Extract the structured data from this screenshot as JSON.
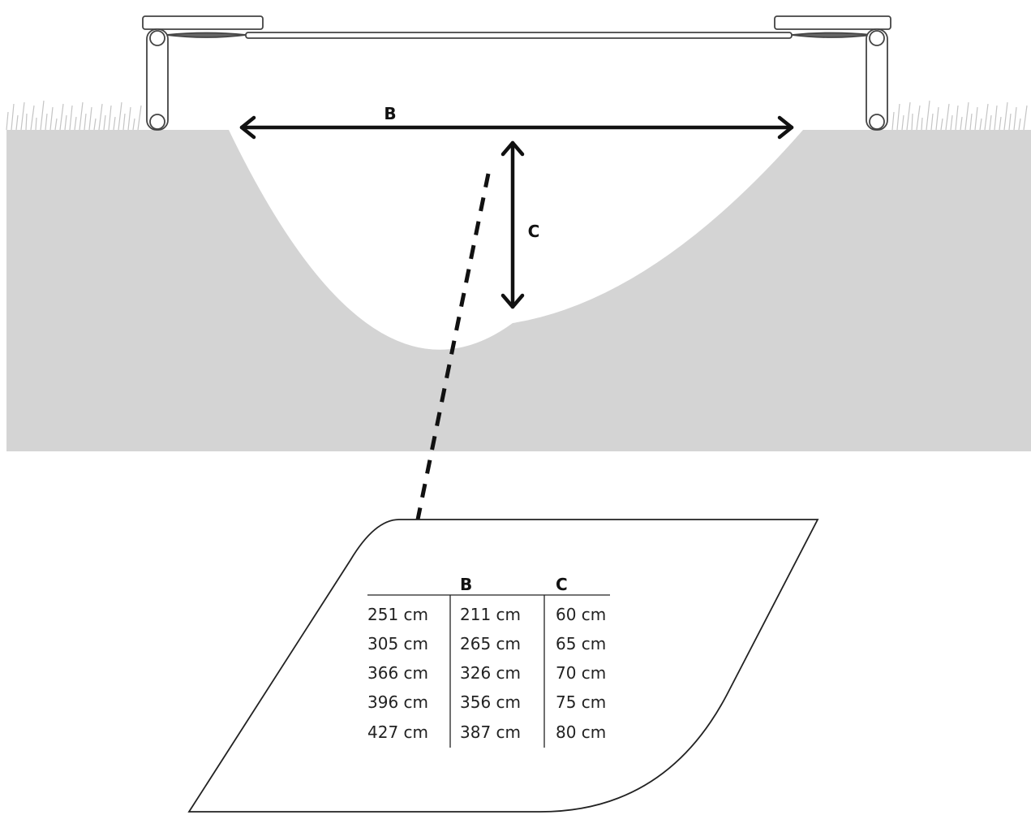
{
  "labels": {
    "dimension_b": "B",
    "dimension_c": "C"
  },
  "table": {
    "headers": [
      "",
      "B",
      "C"
    ],
    "rows": [
      [
        "251 cm",
        "211 cm",
        "60 cm"
      ],
      [
        "305 cm",
        "265 cm",
        "65 cm"
      ],
      [
        "366 cm",
        "326 cm",
        "70 cm"
      ],
      [
        "396 cm",
        "356 cm",
        "75 cm"
      ],
      [
        "427 cm",
        "387 cm",
        "80 cm"
      ]
    ]
  },
  "colors": {
    "ground": "#d4d4d4",
    "grass": "#c8c8c8",
    "ink": "#111111",
    "frame_stroke": "#444444",
    "background": "#ffffff"
  }
}
